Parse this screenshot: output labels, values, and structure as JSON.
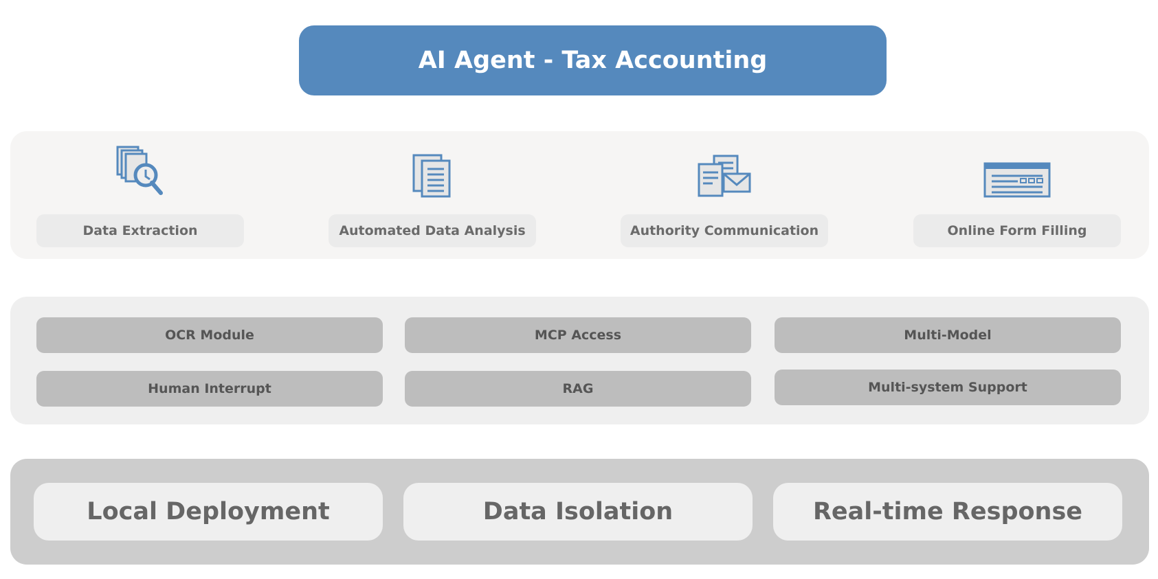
{
  "header": {
    "title": "AI Agent - Tax Accounting"
  },
  "features": [
    {
      "label": "Data Extraction",
      "icon": "document-search-icon"
    },
    {
      "label": "Automated Data Analysis",
      "icon": "document-icon"
    },
    {
      "label": "Authority Communication",
      "icon": "documents-mail-icon"
    },
    {
      "label": "Online Form Filling",
      "icon": "web-form-icon"
    }
  ],
  "modules": [
    [
      "OCR Module",
      "MCP Access",
      "Multi-Model"
    ],
    [
      "Human Interrupt",
      "RAG",
      "Multi-system Support"
    ]
  ],
  "infrastructure": [
    "Local Deployment",
    "Data Isolation",
    "Real-time Response"
  ],
  "colors": {
    "accent": "#5589bd",
    "feature_layer_bg": "#f6f5f4",
    "module_layer_bg": "#efefef",
    "module_bg": "#bdbdbd",
    "infra_layer_bg": "#cdcdcd"
  }
}
